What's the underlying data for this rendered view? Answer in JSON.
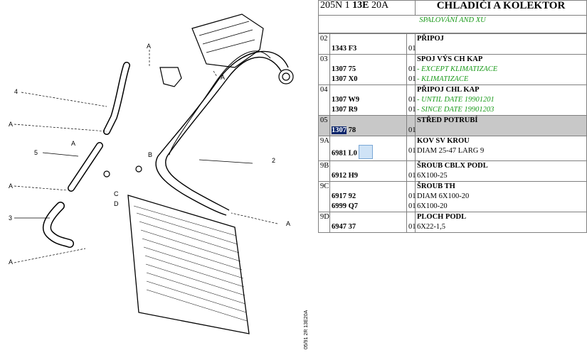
{
  "header": {
    "code_plain": "205N 1 ",
    "code_bold": "13E",
    "code_rest": " 20A",
    "title": "CHLADIČI A KOLEKTOR"
  },
  "subheader": "SPALOVÁNÍ AND XU",
  "rows": [
    {
      "pos": "02",
      "lines": [
        {
          "ref": "",
          "qty": "",
          "text": "PŘIPOJ",
          "style": "name"
        },
        {
          "ref": "1343 F3",
          "qty": "01",
          "text": "",
          "style": ""
        }
      ]
    },
    {
      "pos": "03",
      "lines": [
        {
          "ref": "",
          "qty": "",
          "text": "SPOJ VÝS CH KAP",
          "style": "name"
        },
        {
          "ref": "1307 75",
          "qty": "01",
          "text": "- EXCEPT KLIMATIZACE",
          "style": "note"
        },
        {
          "ref": "1307 X0",
          "qty": "01",
          "text": "- KLIMATIZACE",
          "style": "note"
        }
      ]
    },
    {
      "pos": "04",
      "lines": [
        {
          "ref": "",
          "qty": "",
          "text": "PŘIPOJ CHL KAP",
          "style": "name"
        },
        {
          "ref": "1307 W9",
          "qty": "01",
          "text": "- UNTIL DATE 19901201",
          "style": "note"
        },
        {
          "ref": "1307 R9",
          "qty": "01",
          "text": "- SINCE DATE 19901203",
          "style": "note"
        }
      ]
    },
    {
      "pos": "05",
      "selected": true,
      "lines": [
        {
          "ref": "",
          "qty": "",
          "text": "STŘED POTRUBÍ",
          "style": "name"
        },
        {
          "ref_hl": "1307",
          "ref": " 78",
          "qty": "01",
          "text": "",
          "style": ""
        }
      ]
    },
    {
      "pos": "9A",
      "lines": [
        {
          "ref": "",
          "qty": "",
          "text": "KOV SV KROU",
          "style": "name"
        },
        {
          "ref": "6981 L0",
          "qty": "01",
          "text": "DIAM 25-47 LARG 9",
          "style": "",
          "cursor": true
        }
      ]
    },
    {
      "pos": "9B",
      "lines": [
        {
          "ref": "",
          "qty": "",
          "text": "ŠROUB CBLX PODL",
          "style": "name"
        },
        {
          "ref": "6912 H9",
          "qty": "01",
          "text": "6X100-25",
          "style": ""
        }
      ]
    },
    {
      "pos": "9C",
      "lines": [
        {
          "ref": "",
          "qty": "",
          "text": "ŠROUB TH",
          "style": "name"
        },
        {
          "ref": "6917 92",
          "qty": "01",
          "text": "DIAM 6X100-20",
          "style": ""
        },
        {
          "ref": "6999 Q7",
          "qty": "01",
          "text": "6X100-20",
          "style": ""
        }
      ]
    },
    {
      "pos": "9D",
      "lines": [
        {
          "ref": "",
          "qty": "",
          "text": "PLOCH PODL",
          "style": "name"
        },
        {
          "ref": "6947 37",
          "qty": "01",
          "text": "6X22-1,5",
          "style": ""
        }
      ]
    }
  ],
  "diagram": {
    "labels": {
      "l4": "4",
      "l5": "5",
      "l3": "3",
      "l2": "2",
      "la1": "A",
      "la2": "A",
      "la3": "A",
      "la4": "A",
      "la5": "A",
      "la6": "A",
      "la7": "A",
      "lb": "B",
      "lc": "C",
      "ld": "D"
    },
    "stamp": "05/91  2R  13E20A"
  }
}
